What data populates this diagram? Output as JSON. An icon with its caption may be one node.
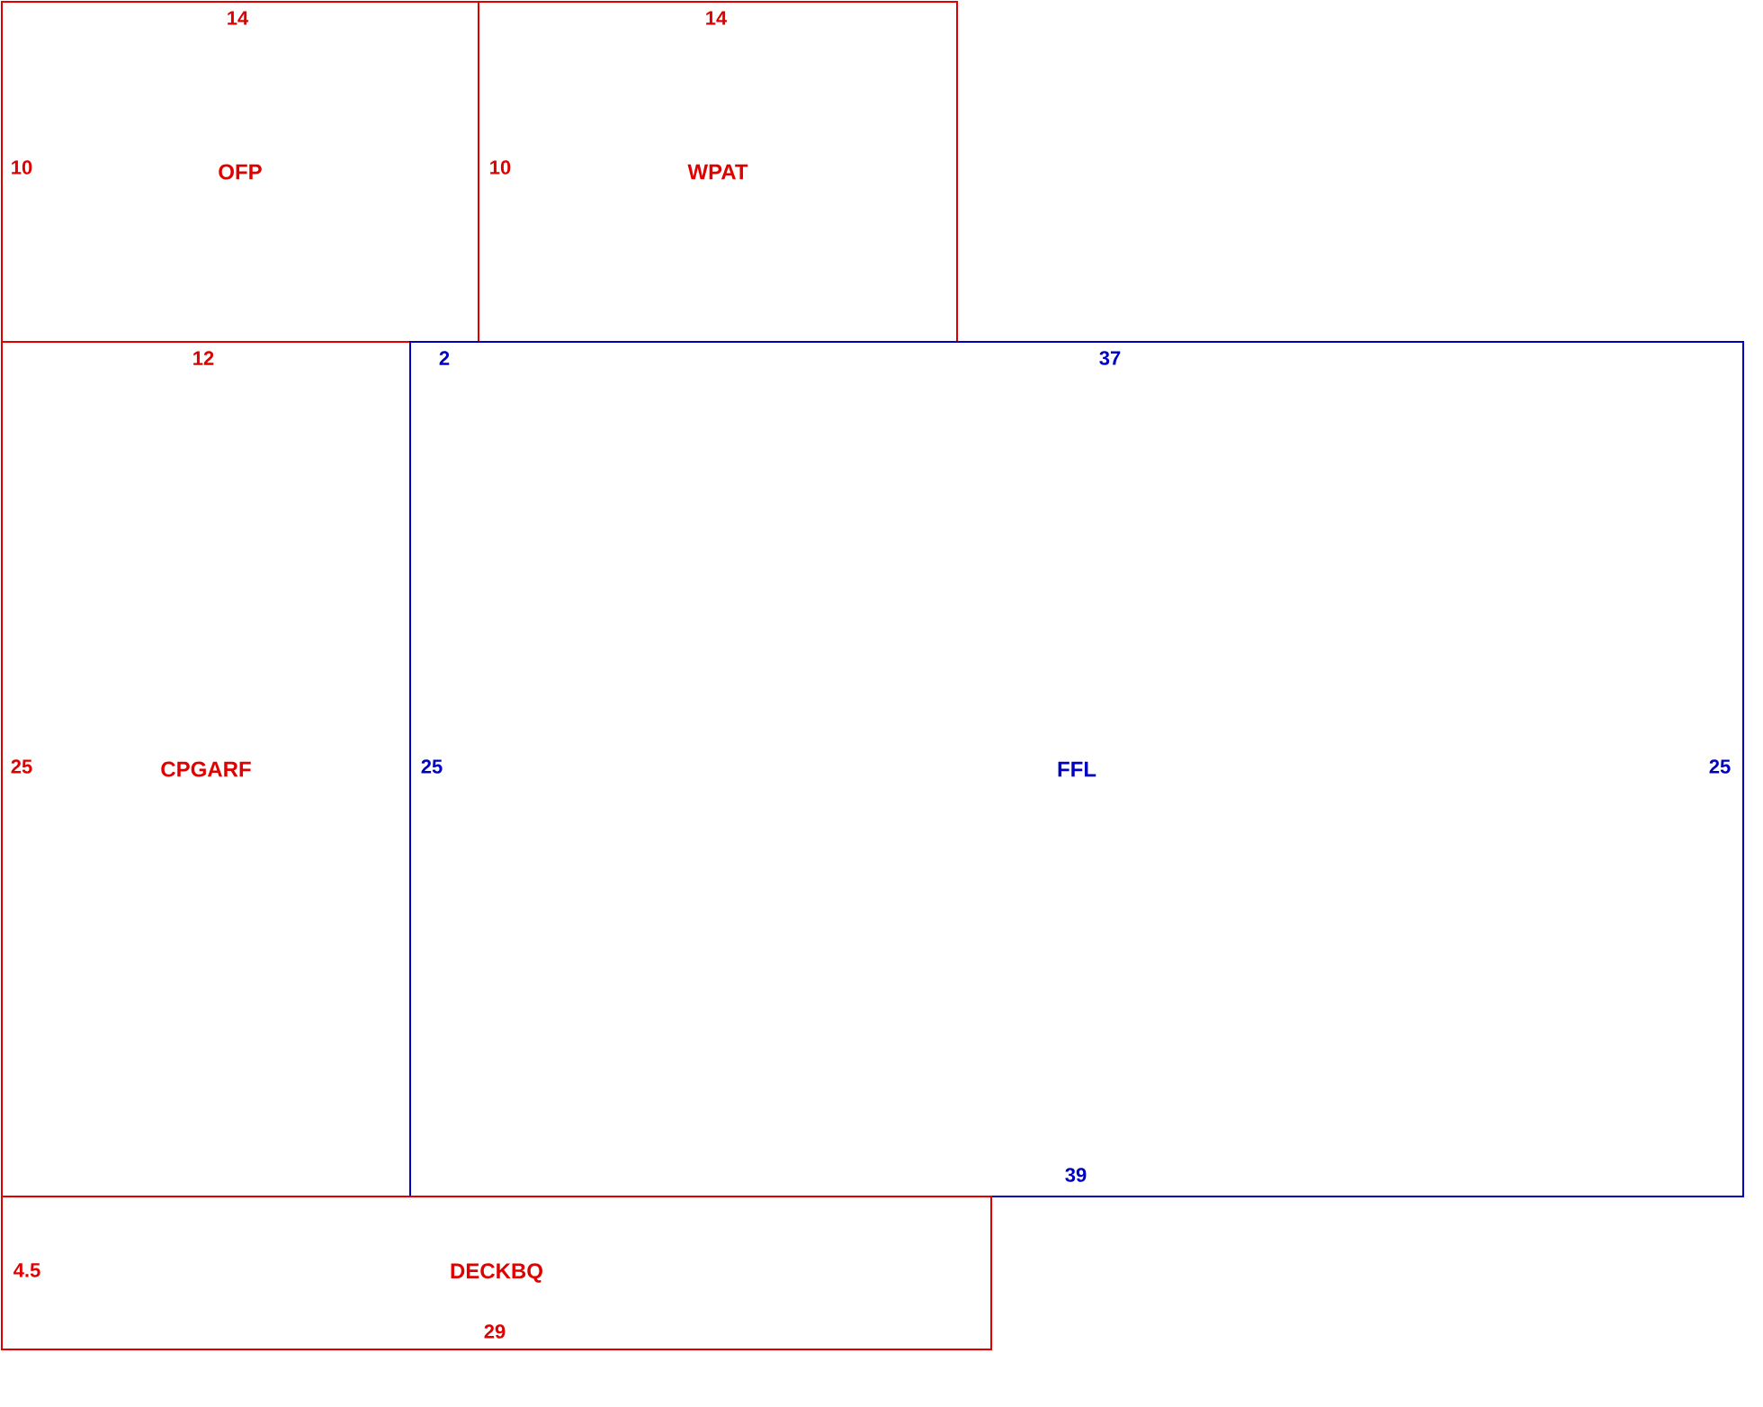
{
  "diagram": {
    "nodes": [
      {
        "text": [
          "OFP"
        ]
      },
      {
        "text": [
          "WPAT"
        ]
      },
      {
        "text": [
          "CPGARF"
        ]
      },
      {
        "text": [
          "FFL"
        ]
      },
      {
        "text": [
          "DECKBQ"
        ]
      }
    ],
    "labels": [
      "14",
      "14",
      "10",
      "10",
      "12",
      "2",
      "37",
      "25",
      "25",
      "25",
      "39",
      "4.5",
      "29"
    ]
  }
}
